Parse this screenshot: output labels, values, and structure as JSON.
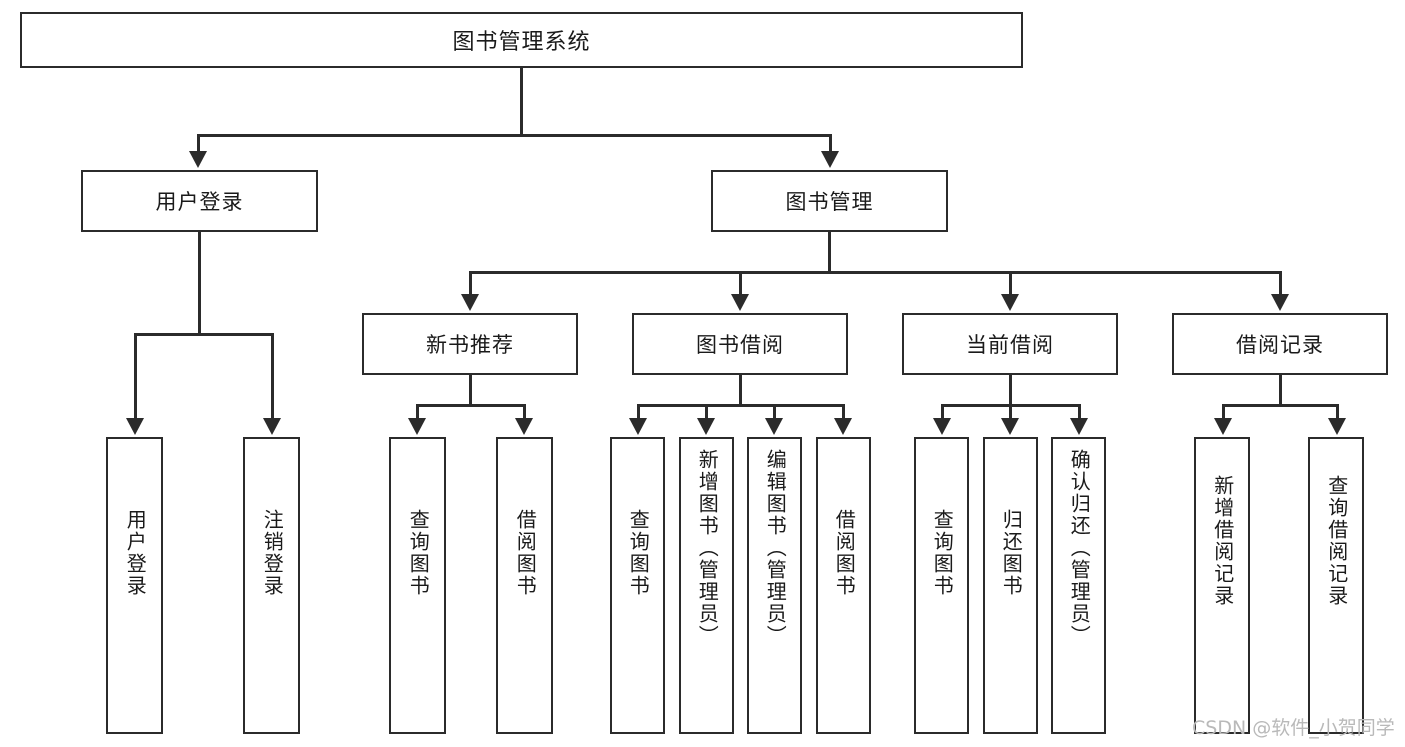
{
  "diagram": {
    "type": "tree",
    "title": "图书管理系统",
    "root": {
      "label": "图书管理系统",
      "children": [
        {
          "label": "用户登录",
          "children": [
            {
              "label": "用户登录"
            },
            {
              "label": "注销登录"
            }
          ]
        },
        {
          "label": "图书管理",
          "children": [
            {
              "label": "新书推荐",
              "children": [
                {
                  "label": "查询图书"
                },
                {
                  "label": "借阅图书"
                }
              ]
            },
            {
              "label": "图书借阅",
              "children": [
                {
                  "label": "查询图书"
                },
                {
                  "label": "新增图书（管理员）"
                },
                {
                  "label": "编辑图书（管理员）"
                },
                {
                  "label": "借阅图书"
                }
              ]
            },
            {
              "label": "当前借阅",
              "children": [
                {
                  "label": "查询图书"
                },
                {
                  "label": "归还图书"
                },
                {
                  "label": "确认归还（管理员）"
                }
              ]
            },
            {
              "label": "借阅记录",
              "children": [
                {
                  "label": "新增借阅记录"
                },
                {
                  "label": "查询借阅记录"
                }
              ]
            }
          ]
        }
      ]
    }
  },
  "nodes": {
    "root": "图书管理系统",
    "l2_user_login": "用户登录",
    "l2_book_manage": "图书管理",
    "l3_new_book": "新书推荐",
    "l3_book_borrow": "图书借阅",
    "l3_current_borrow": "当前借阅",
    "l3_borrow_record": "借阅记录",
    "leaf_user_login": "用户登录",
    "leaf_logout": "注销登录",
    "leaf_nb_query": "查询图书",
    "leaf_nb_borrow": "借阅图书",
    "leaf_bb_query": "查询图书",
    "leaf_bb_add": "新增图书（管理员）",
    "leaf_bb_edit": "编辑图书（管理员）",
    "leaf_bb_borrow": "借阅图书",
    "leaf_cb_query": "查询图书",
    "leaf_cb_return": "归还图书",
    "leaf_cb_confirm": "确认归还（管理员）",
    "leaf_br_add": "新增借阅记录",
    "leaf_br_query": "查询借阅记录"
  },
  "watermark": {
    "text": "CSDN @软件_小贺同学"
  },
  "colors": {
    "stroke": "#2b2b2b",
    "fill": "#ffffff",
    "text": "#1a1a1a",
    "watermark": "#b9b9b9"
  }
}
